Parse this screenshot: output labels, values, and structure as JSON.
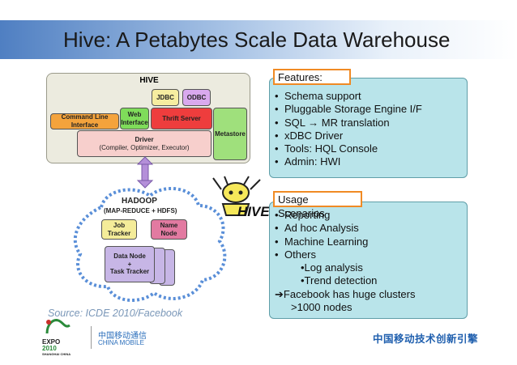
{
  "slide": {
    "title": "Hive: A Petabytes Scale Data Warehouse"
  },
  "diagram": {
    "hive_label": "HIVE",
    "jdbc": "JDBC",
    "odbc": "ODBC",
    "cli": "Command Line Interface",
    "web_interface": "Web\nInterface",
    "thrift_server": "Thrift Server",
    "metastore": "Metastore",
    "driver": "Driver",
    "driver_sub": "(Compiler, Optimizer, Executor)",
    "hadoop_label": "HADOOP",
    "hadoop_sub": "(MAP-REDUCE + HDFS)",
    "job_tracker": "Job\nTracker",
    "name_node": "Name\nNode",
    "data_node": "Data Node\n+\nTask Tracker",
    "logo_text": "HIVE"
  },
  "features": {
    "heading": "Features:",
    "items": [
      "Schema support",
      "Pluggable Storage Engine I/F",
      "SQL → MR translation",
      "xDBC Driver",
      "Tools: HQL Console",
      "Admin: HWI"
    ]
  },
  "usage": {
    "heading": "Usage Scenarios",
    "items": [
      "Reporting",
      "Ad hoc Analysis",
      "Machine Learning",
      "Others"
    ],
    "sub_items": [
      "•Log analysis",
      "•Trend detection"
    ],
    "note_line1": "➔Facebook has huge clusters",
    "note_line2": ">1000 nodes"
  },
  "source": "Source: ICDE 2010/Facebook",
  "footer": {
    "expo_line1": "EXPO",
    "expo_line2": "2010",
    "expo_line3": "SHANGHAI CHINA",
    "cm_cn": "中国移动通信",
    "cm_en": "CHINA MOBILE",
    "slogan": "中国移动技术创新引擎"
  },
  "colors": {
    "title_band": "#4f7fc2",
    "panel_fill": "#b9e4ea",
    "tab_border": "#f08a24",
    "jdbc": "#f6eda0",
    "odbc": "#d9a9ee",
    "cli": "#f4a33c",
    "web": "#7fdc5a",
    "thrift": "#ee3d3d",
    "metastore": "#9fe07c",
    "driver": "#f7cfcc",
    "job_tracker": "#f4ec99",
    "name_node": "#e27aa1",
    "data_node": "#c7b6e6"
  }
}
